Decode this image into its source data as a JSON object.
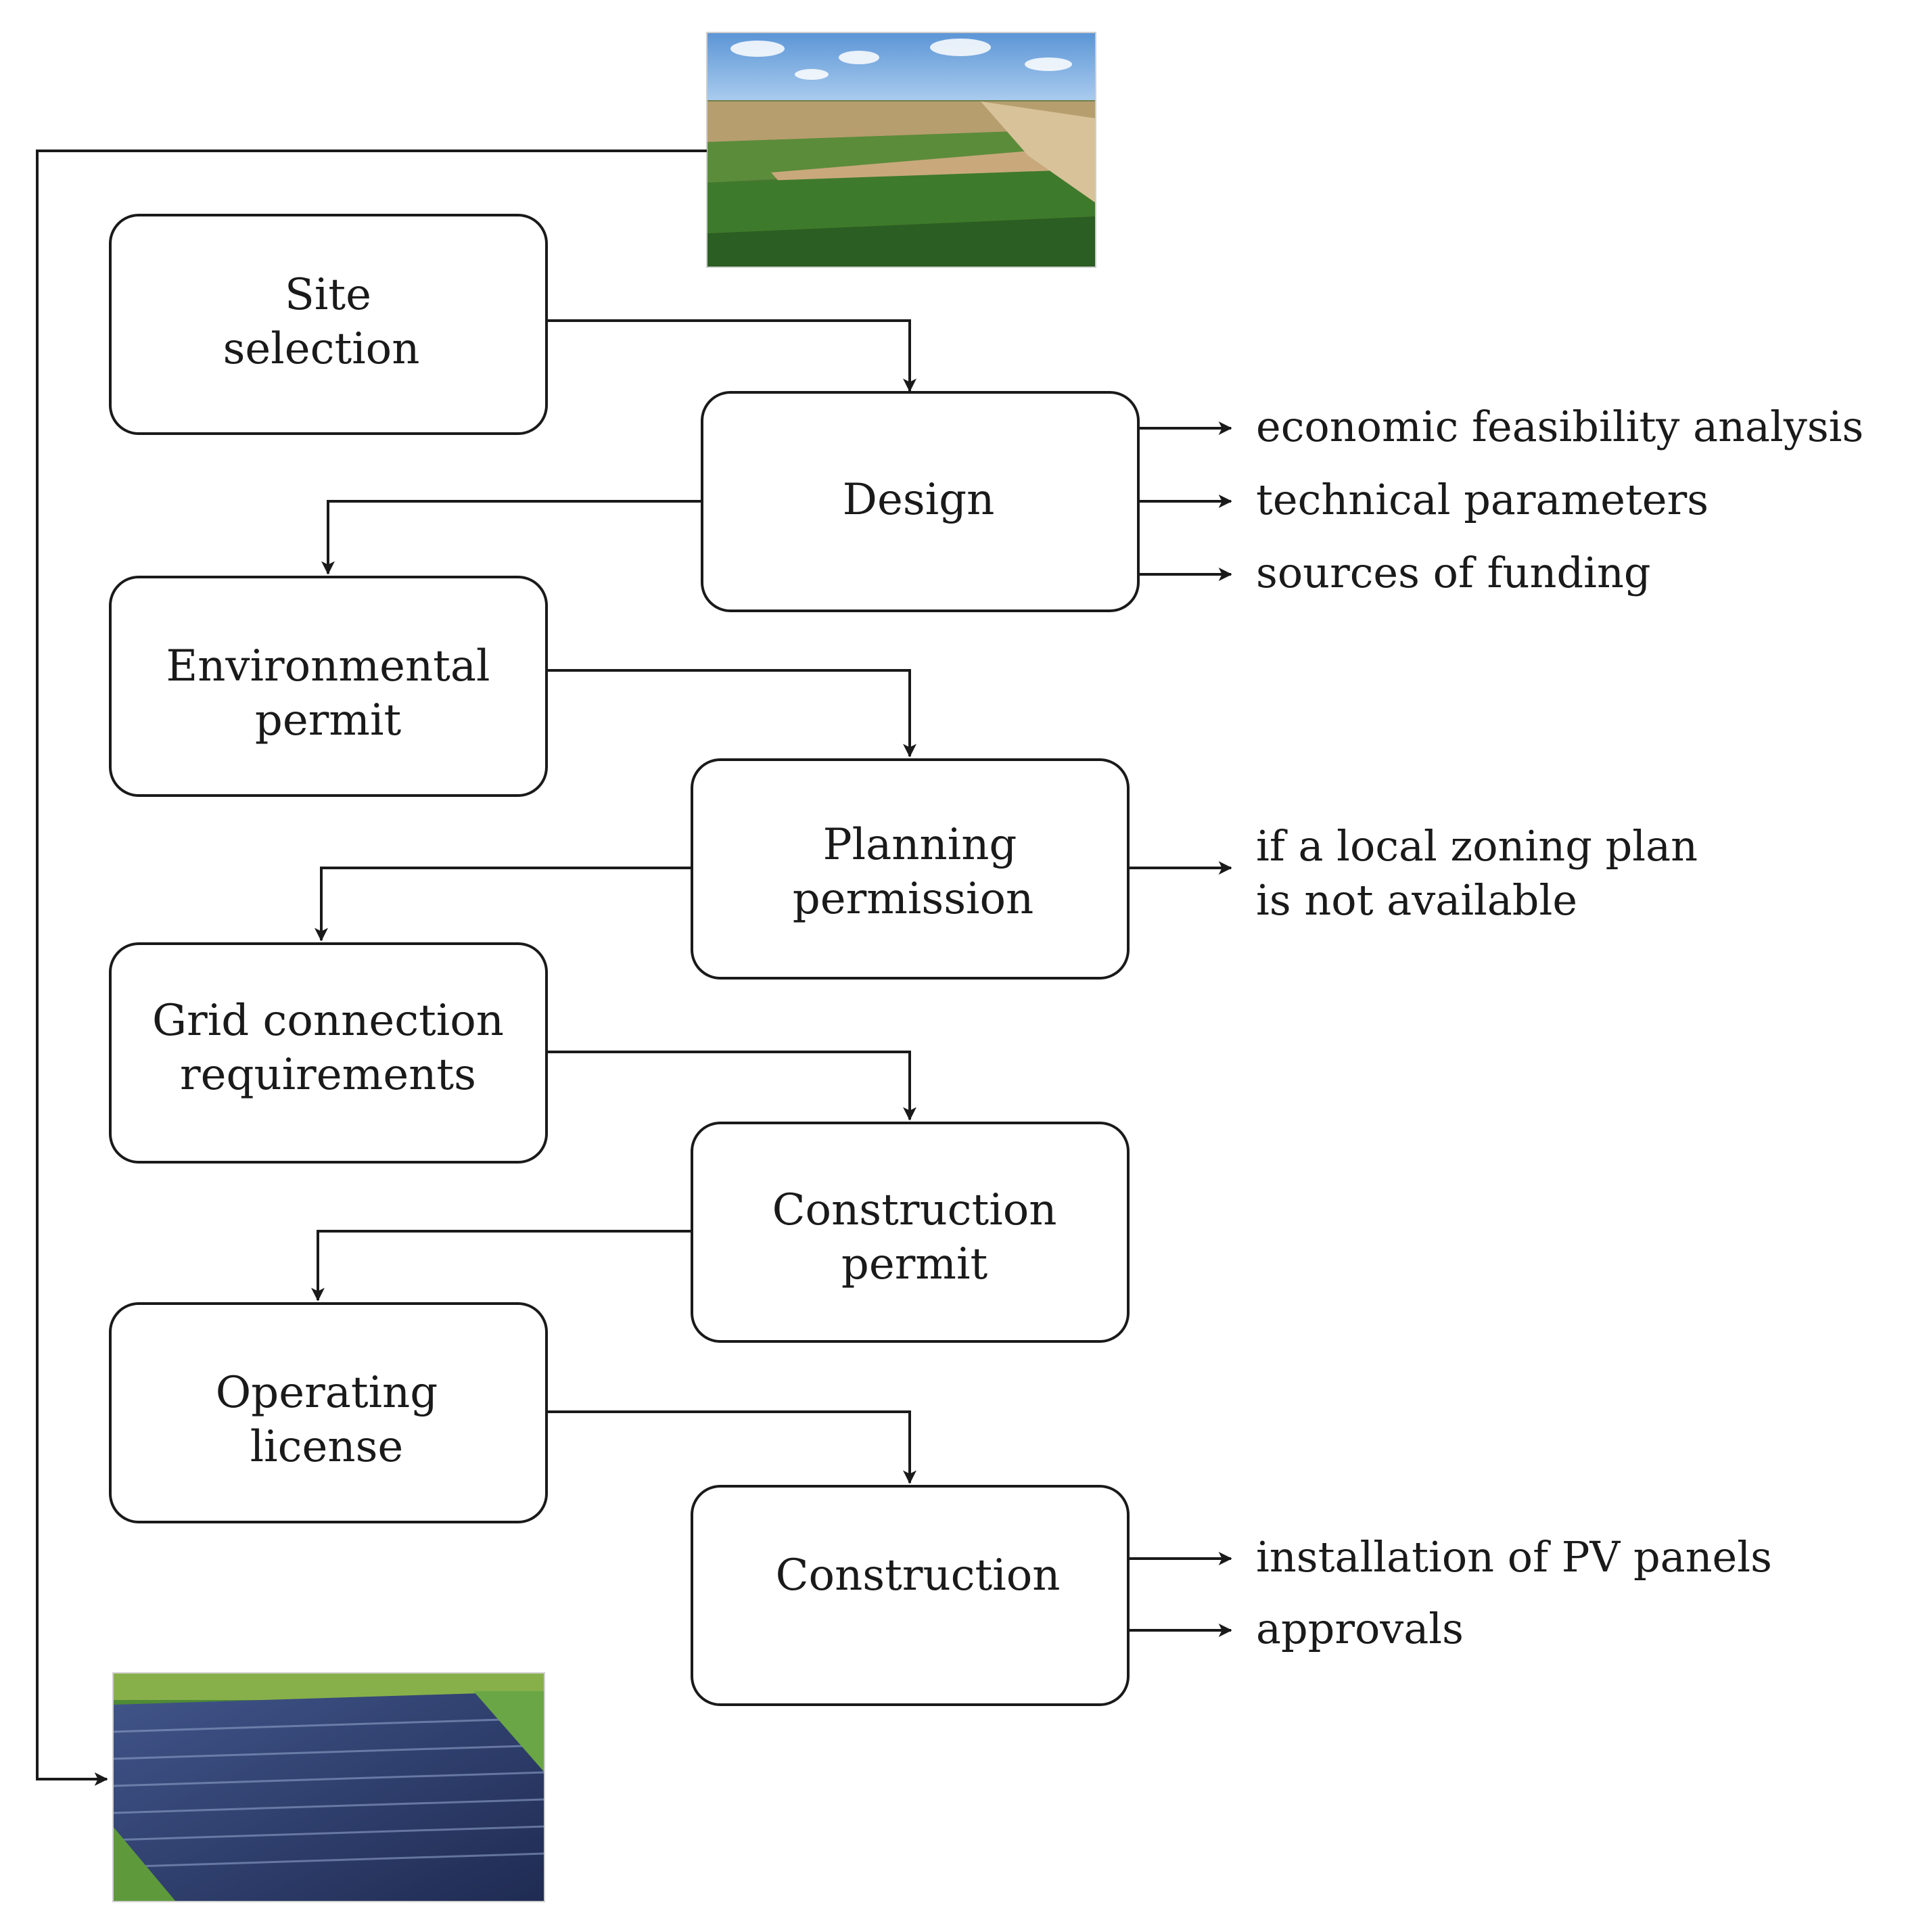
{
  "steps": {
    "site_selection": [
      "Site",
      "selection"
    ],
    "design": [
      "Design"
    ],
    "environmental_permit": [
      "Environmental",
      "permit"
    ],
    "planning_permission": [
      "Planning",
      "permission"
    ],
    "grid_connection": [
      "Grid connection",
      "requirements"
    ],
    "construction_permit": [
      "Construction",
      "permit"
    ],
    "operating_license": [
      "Operating",
      "license"
    ],
    "construction": [
      "Construction"
    ]
  },
  "notes": {
    "design": [
      "economic feasibility analysis",
      "technical parameters",
      "sources of funding"
    ],
    "planning_permission": [
      "if a local zoning plan",
      "is not available"
    ],
    "construction": [
      "installation of PV panels",
      "approvals"
    ]
  },
  "images": {
    "top": "farmland-aerial-photo",
    "bottom": "solar-farm-aerial-photo"
  },
  "colors": {
    "line": "#1a1a1a",
    "box_fill": "#ffffff",
    "sky": "#6ea6e0",
    "field_green": "#3f7a2c",
    "panel_blue": "#2f3f6e"
  }
}
